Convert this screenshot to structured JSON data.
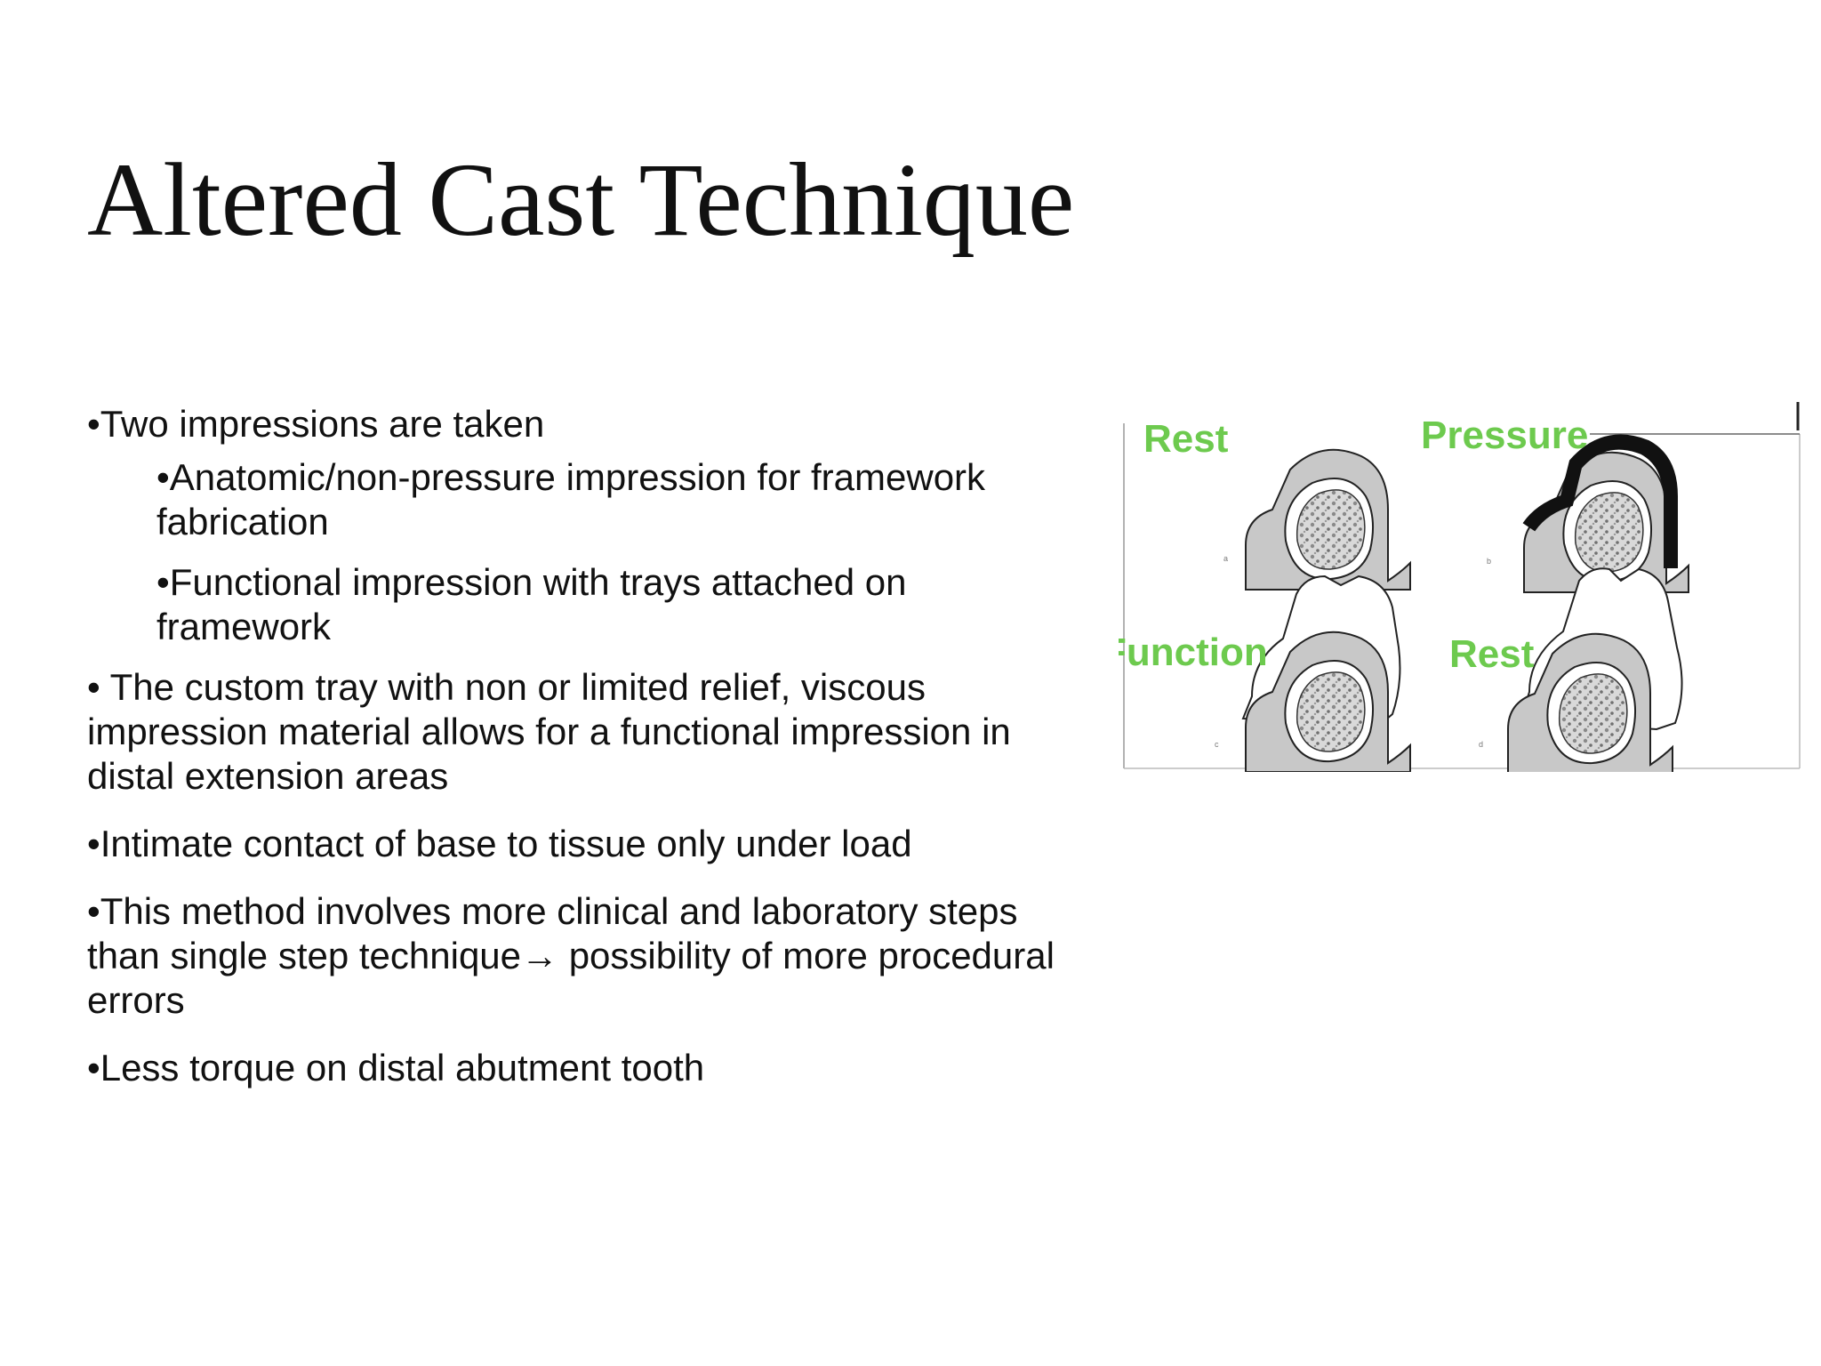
{
  "slide": {
    "title": "Altered Cast Technique",
    "bullets": [
      "•Two impressions are taken",
      "•Anatomic/non-pressure impression for framework fabrication",
      "•Functional impression with trays attached on framework",
      "• The custom tray with non or limited relief, viscous impression material allows for a functional impression in distal extension areas",
      "•Intimate contact of base to tissue only under load",
      "•This method involves more clinical and laboratory steps than single step technique→ possibility of more procedural errors",
      "•Less torque on distal abutment tooth"
    ]
  },
  "figure": {
    "panels": [
      {
        "label": "Rest",
        "letter": "a"
      },
      {
        "label": "Pressure",
        "letter": "b"
      },
      {
        "label": "Function",
        "letter": "c"
      },
      {
        "label": "Rest",
        "letter": "d"
      }
    ],
    "label_color": "#6dca4e"
  }
}
